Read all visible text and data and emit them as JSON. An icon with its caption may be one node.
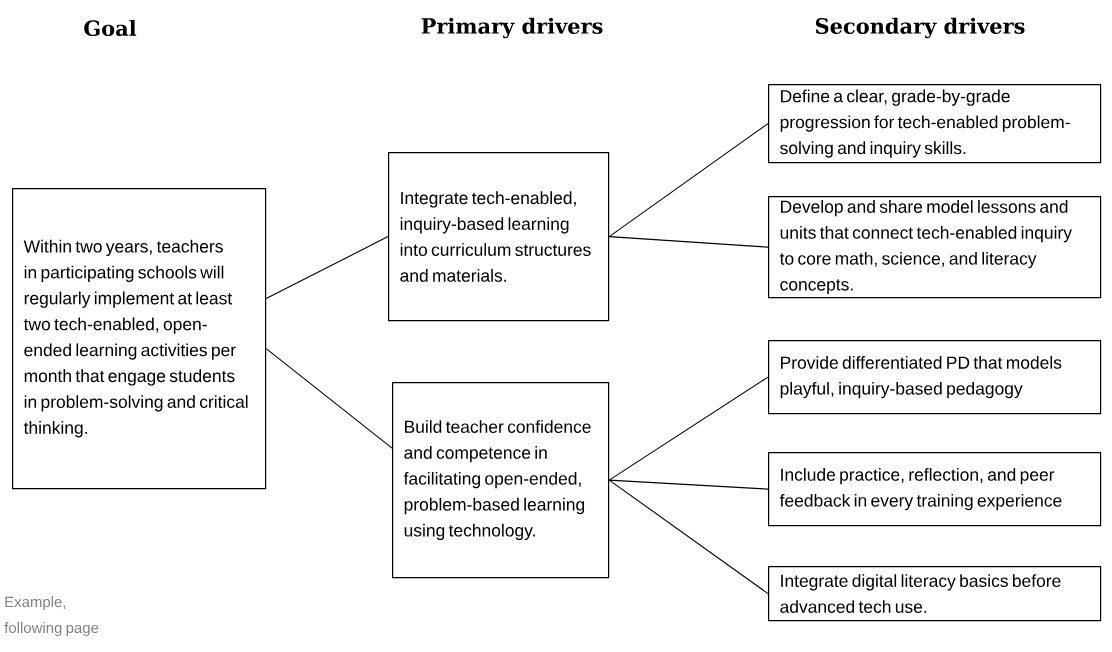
{
  "diagram": {
    "nodes": [
      {
        "text": [
          "Within two years, teachers in participating schools will regularly implement at least two tech-enabled, open-ended learning activities per month that engage students in problem-solving and critical thinking."
        ]
      },
      {
        "text": [
          "Integrate tech-enabled, inquiry-based learning into curriculum structures  and materials."
        ]
      },
      {
        "text": [
          "Build teacher confidence and competence in facilitating open-ended, problem-based learning using technology."
        ]
      },
      {
        "text": [
          "Define a clear, grade-by-grade progression for tech-enabled problem-solving and inquiry skills."
        ]
      },
      {
        "text": [
          "Develop and share model lessons and units that connect tech-enabled inquiry to core math, science, and literacy concepts."
        ]
      },
      {
        "text": [
          "Provide differentiated PD that models playful, inquiry-based pedagogy"
        ]
      },
      {
        "text": [
          "Include practice, reflection, and peer feedback in every training experience"
        ]
      },
      {
        "text": [
          "Integrate digital literacy basics before advanced tech use."
        ]
      }
    ],
    "edges": [
      {
        "from": 0,
        "to": 1,
        "arrow": "none"
      },
      {
        "from": 0,
        "to": 2,
        "arrow": "none"
      },
      {
        "from": 1,
        "to": 3,
        "arrow": "none"
      },
      {
        "from": 1,
        "to": 4,
        "arrow": "none"
      },
      {
        "from": 2,
        "to": 5,
        "arrow": "none"
      },
      {
        "from": 2,
        "to": 6,
        "arrow": "none"
      },
      {
        "from": 2,
        "to": 7,
        "arrow": "none"
      }
    ],
    "labels": [
      "Goal",
      "Primary drivers",
      "Secondary drivers",
      "Example, following page"
    ]
  }
}
